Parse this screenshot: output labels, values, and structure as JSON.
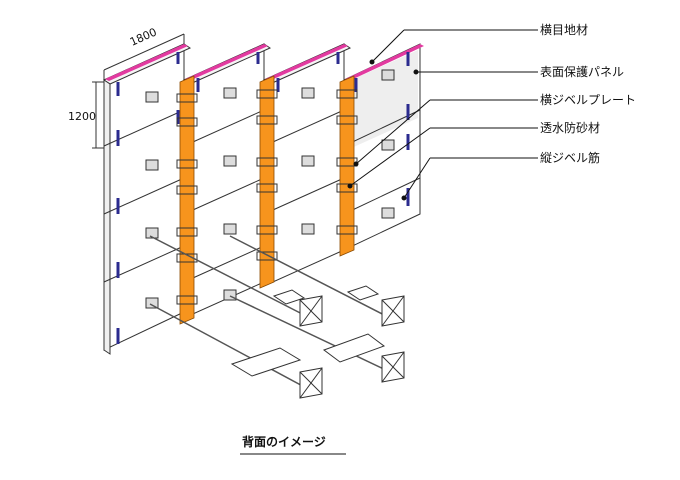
{
  "callouts": {
    "horizontal_joint": "横目地材",
    "surface_panel": "表面保護パネル",
    "horizontal_dowel_plate": "横ジベルプレート",
    "sand_prevention": "透水防砂材",
    "vertical_dowel_bar": "縦ジベル筋"
  },
  "dimensions": {
    "width": "1800",
    "height": "1200"
  },
  "caption": "背面のイメージ",
  "colors": {
    "panel_face": "#ffffff",
    "panel_outline": "#333333",
    "joint_strip": "#e33aa0",
    "dowel_plate": "#f7941d",
    "vertical_dowel": "#2b2b8f",
    "highlight_panel": "#eeeeee",
    "tie_rod": "#555555"
  }
}
